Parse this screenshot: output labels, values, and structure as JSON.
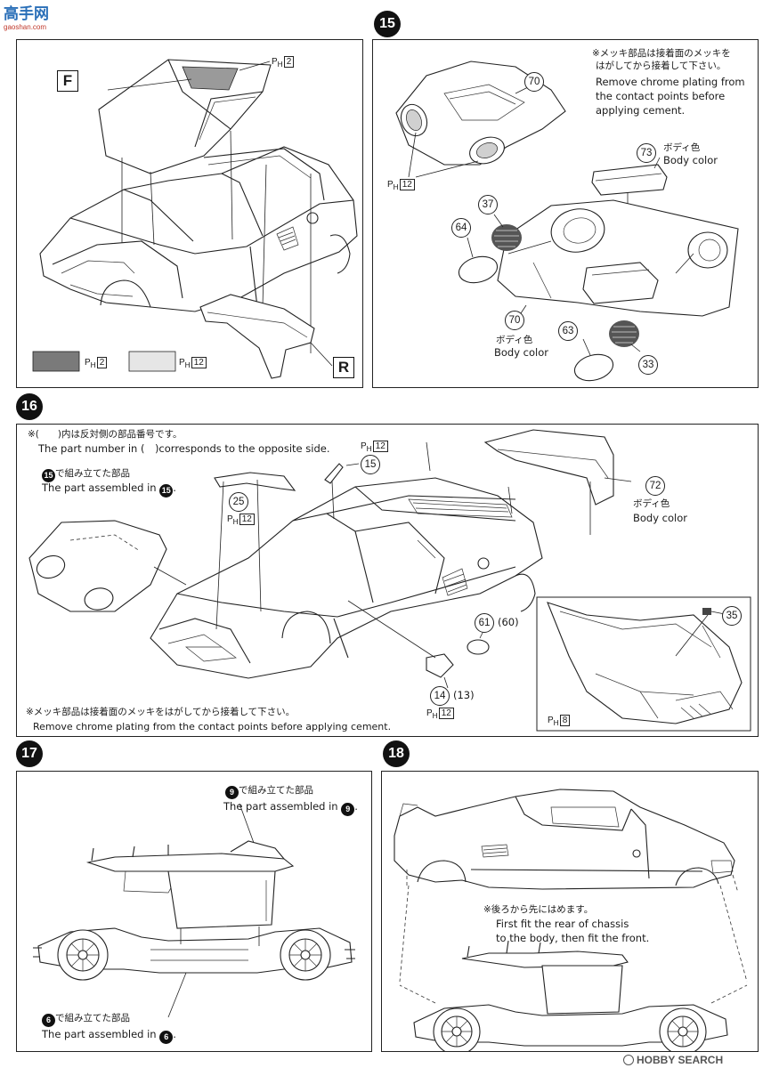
{
  "watermark": {
    "top": "高手网",
    "sub": "gaoshan.com",
    "bottom": "HOBBY SEARCH"
  },
  "part_ref": {
    "prefix": "P",
    "sub": "H"
  },
  "step14": {
    "letters": {
      "front": "F",
      "rear": "R"
    },
    "refs": [
      "2",
      "2",
      "12"
    ],
    "colors": {
      "dark": "#7a7a7a",
      "light": "#e6e6e6"
    }
  },
  "step15": {
    "number": "15",
    "note_jp": "※メッキ部品は接着面のメッキを",
    "note_jp2": "はがしてから接着して下さい。",
    "note_en1": "Remove chrome plating from",
    "note_en2": "the contact points before",
    "note_en3": "applying cement.",
    "parts": [
      "70",
      "73",
      "37",
      "64",
      "70",
      "63",
      "33"
    ],
    "ref": "12",
    "body_color_jp": "ボディ色",
    "body_color_en": "Body color"
  },
  "step16": {
    "number": "16",
    "note_jp": "※(　　)内は反対側の部品番号です。",
    "note_en": "The part number in (　)corresponds to the opposite side.",
    "assembled_jp": "で組み立てた部品",
    "assembled_en": "The part assembled in",
    "assembled_step": "15",
    "parts": [
      "15",
      "25",
      "72",
      "61",
      "(60)",
      "14",
      "(13)",
      "35"
    ],
    "refs": [
      "12",
      "12",
      "12",
      "8"
    ],
    "body_color_jp": "ボディ色",
    "body_color_en": "Body color",
    "chrome_jp": "※メッキ部品は接着面のメッキをはがしてから接着して下さい。",
    "chrome_en": "Remove chrome plating from the contact points before applying cement."
  },
  "step17": {
    "number": "17",
    "top_step": "9",
    "top_jp": "で組み立てた部品",
    "top_en": "The part assembled in",
    "bottom_step": "6",
    "bottom_jp": "で組み立てた部品",
    "bottom_en": "The part assembled in"
  },
  "step18": {
    "number": "18",
    "note_jp": "※後ろから先にはめます。",
    "note_en1": "First fit the rear of chassis",
    "note_en2": "to the body, then fit the front."
  }
}
